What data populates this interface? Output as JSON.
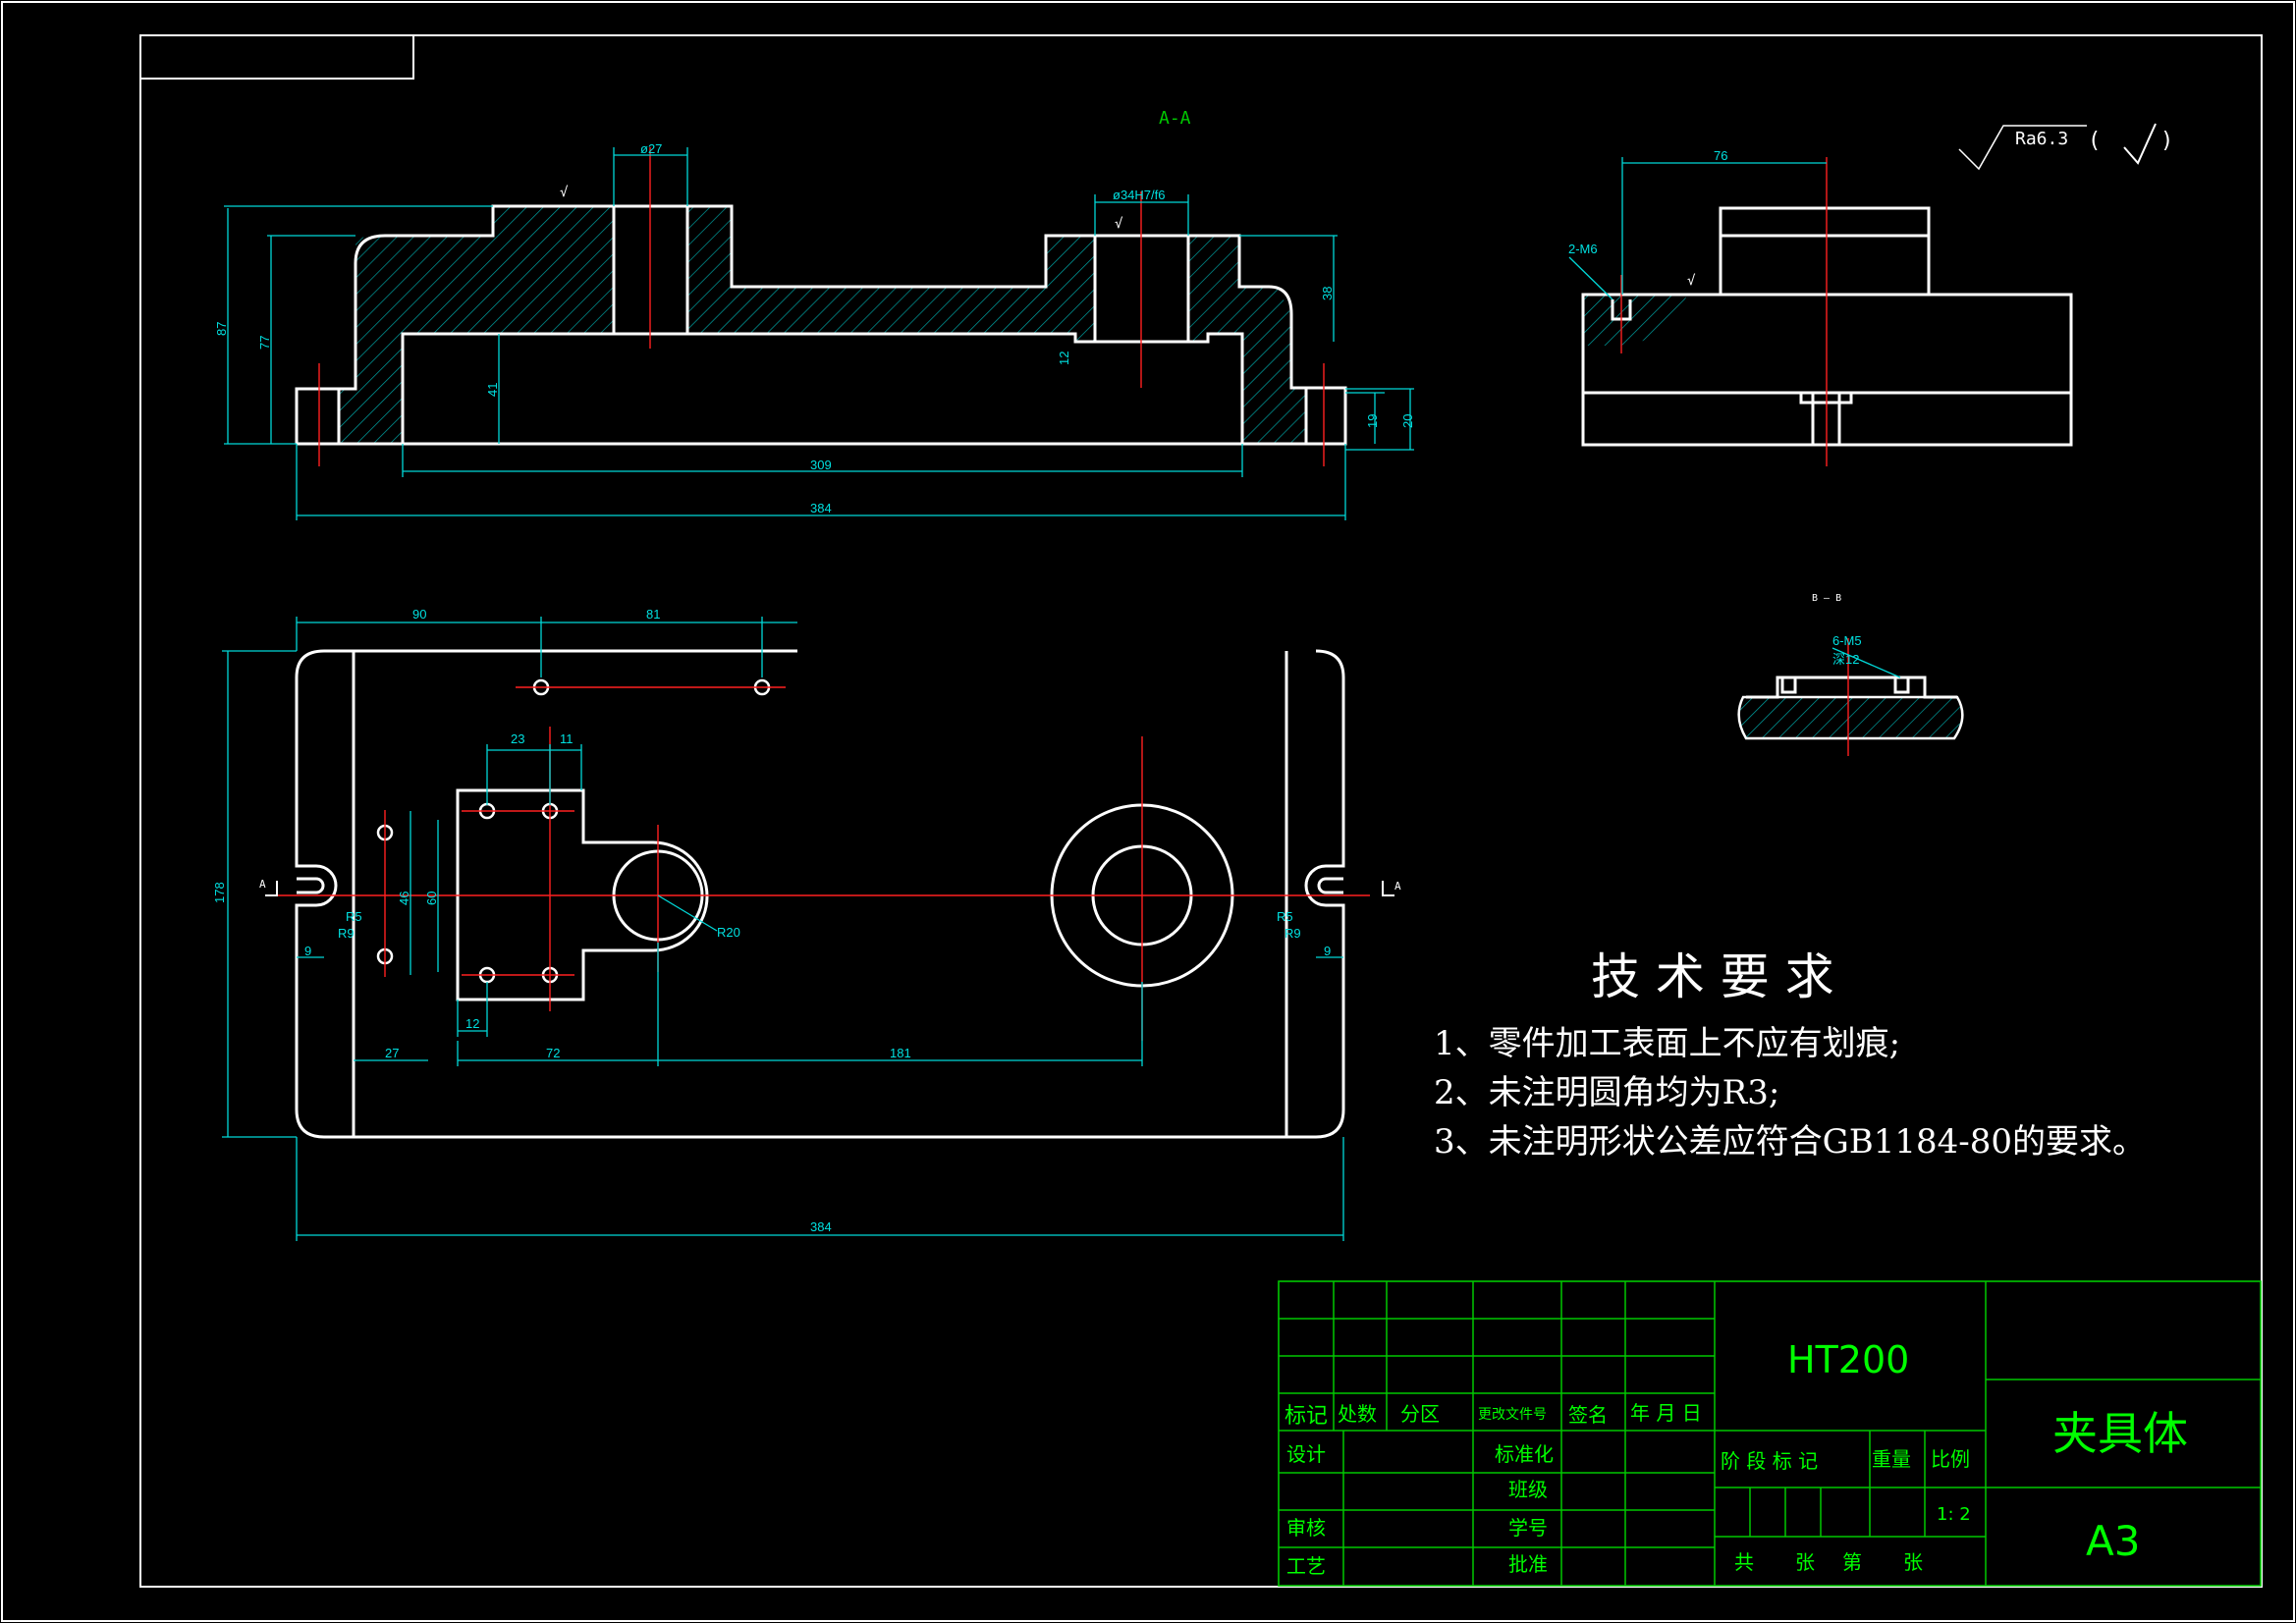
{
  "drawing": {
    "section_label": "A-A",
    "detail_label": "B — B",
    "roughness": "Ra6.3",
    "roughness_suffix_open": "(",
    "roughness_suffix_close": ")"
  },
  "dimensions": {
    "section": {
      "d27": "ø27",
      "d34": "ø34H7/f6",
      "h87": "87",
      "h77": "77",
      "h41": "41",
      "h38": "38",
      "h19": "19",
      "h20": "20",
      "h12": "12",
      "w309": "309",
      "w384": "384",
      "sym1": "√",
      "sym2": "√"
    },
    "side": {
      "w76": "76",
      "thread": "2-M6",
      "sym": "√"
    },
    "detail": {
      "thread": "6-M5",
      "depth": "深12"
    },
    "plan": {
      "d90": "90",
      "d81": "81",
      "d23": "23",
      "d11": "11",
      "d46": "46",
      "d60": "60",
      "d12": "12",
      "d27": "27",
      "d72": "72",
      "d181": "181",
      "d9l": "9",
      "d9r": "9",
      "r5l": "R5",
      "r9l": "R9",
      "r5r": "R5",
      "r9r": "R9",
      "r20": "R20",
      "h178": "178",
      "w384": "384",
      "cut_a_left": "A",
      "cut_a_right": "A"
    }
  },
  "notes": {
    "title": "技 术 要 求",
    "items": [
      "1、零件加工表面上不应有划痕;",
      "2、未注明圆角均为R3;",
      "3、未注明形状公差应符合GB1184-80的要求。"
    ]
  },
  "title_block": {
    "material": "HT200",
    "part_name": "夹具体",
    "sheet_size": "A3",
    "scale": "1: 2",
    "headers": {
      "mark": "标记",
      "count": "处数",
      "zone": "分区",
      "doc_no": "更改文件号",
      "signature": "签名",
      "date": "年 月 日",
      "design": "设计",
      "standard": "标准化",
      "class": "班级",
      "review": "审核",
      "student_no": "学号",
      "process": "工艺",
      "approve": "批准",
      "stage_mark": "阶 段 标 记",
      "weight": "重量",
      "ratio": "比例",
      "total": "共",
      "sheets": "张",
      "no": "第",
      "sheet": "张"
    }
  },
  "colors": {
    "background": "#000000",
    "outline": "#ffffff",
    "dimension": "#00d8d8",
    "centerline": "#ff2020",
    "frame_green": "#00c800",
    "hatch": "#00a0a0"
  }
}
